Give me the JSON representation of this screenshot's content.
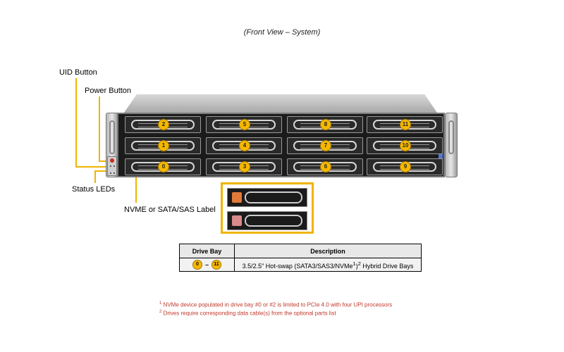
{
  "caption": "(Front View – System)",
  "labels": {
    "uid_button": "UID Button",
    "power_button": "Power Button",
    "status_leds": "Status LEDs",
    "drive_label": "NVME or SATA/SAS Label"
  },
  "drive_bays": {
    "row_top": [
      "2",
      "5",
      "8",
      "11"
    ],
    "row_middle": [
      "1",
      "4",
      "7",
      "10"
    ],
    "row_bottom": [
      "0",
      "3",
      "6",
      "9"
    ]
  },
  "table": {
    "headers": [
      "Drive Bay",
      "Description"
    ],
    "range_start": "0",
    "range_dash": "–",
    "range_end": "11",
    "description_pre": "3.5/2.5\" Hot-swap (SATA3/SAS3/NVMe",
    "description_sup1": "1",
    "description_mid": ")",
    "description_sup2": "2",
    "description_post": " Hybrid Drive  Bays"
  },
  "footnotes": [
    {
      "mark": "1",
      "text": " NVMe device  populated  in drive  bay #0 or #2 is limited to PCIe 4.0 with four UPI processors"
    },
    {
      "mark": "2",
      "text": " Drives  require  corresponding  data cable(s) from the optional parts list"
    }
  ],
  "colors": {
    "callout": "#f0b400",
    "badge": "#f5b800",
    "footnote": "#c0392b",
    "label_tag_top": "#e07a3a",
    "label_tag_bottom": "#d98a8a"
  }
}
